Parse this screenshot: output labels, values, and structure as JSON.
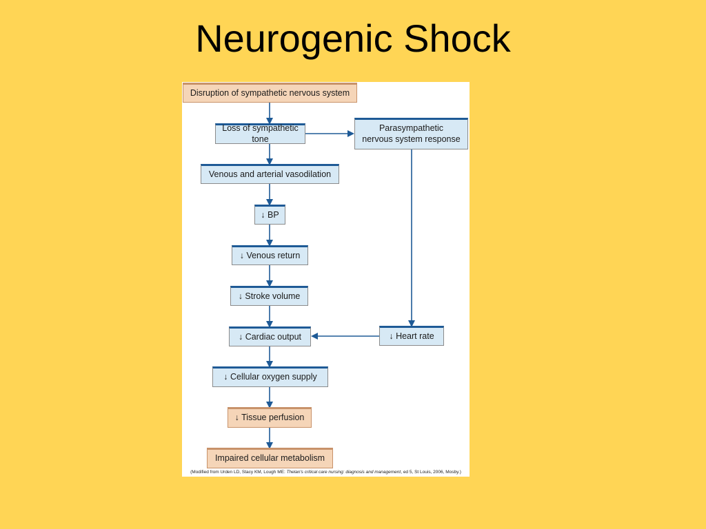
{
  "slide": {
    "title": "Neurogenic Shock"
  },
  "flowchart": {
    "disruption": "Disruption of sympathetic nervous system",
    "loss_tone": "Loss of sympathetic tone",
    "parasympathetic_line1": "Parasympathetic",
    "parasympathetic_line2": "nervous system response",
    "vasodilation": "Venous and arterial vasodilation",
    "bp": "↓ BP",
    "venous_return": "↓ Venous return",
    "stroke_volume": "↓ Stroke volume",
    "cardiac_output": "↓ Cardiac output",
    "heart_rate": "↓ Heart rate",
    "oxygen_supply": "↓ Cellular oxygen supply",
    "tissue_perfusion": "↓ Tissue perfusion",
    "impaired_metabolism": "Impaired cellular metabolism"
  },
  "citation": {
    "prefix": "(Modified from Urden LD, Stacy KM, Lough ME: ",
    "title": "Thelan's critical care nursing: diagnosis and management",
    "suffix": ", ed 5, St Louis, 2006, Mosby.)"
  },
  "colors": {
    "background": "#FFD555",
    "box_blue": "#D7E9F5",
    "box_peach": "#F5D5B8",
    "arrow": "#1E5A96"
  }
}
